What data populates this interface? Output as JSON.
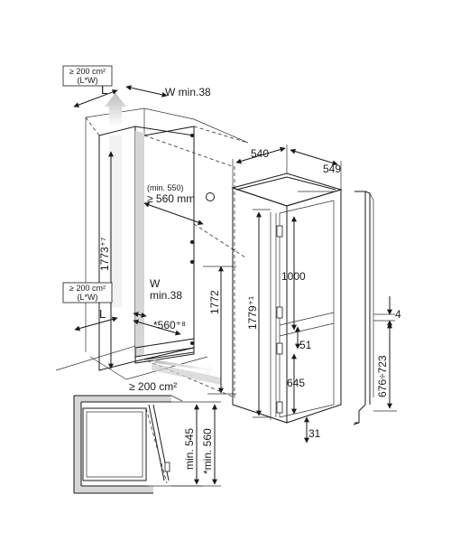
{
  "labels": {
    "vent_top_area": "≥ 200 cm²",
    "vent_top_lw": "(L*W)",
    "niche_L_top": "L",
    "niche_W_top": "W min.38",
    "niche_height": "1773⁺⁷",
    "niche_depth_min": "(min. 550)",
    "niche_depth": "≥ 560 mm",
    "vent_bottom_area": "≥ 200 cm²",
    "vent_bottom_lw": "(L*W)",
    "niche_L_bottom": "L",
    "niche_W_bottom": "W",
    "niche_W_bottom_min": "min.38",
    "niche_width": "*560⁺⁸",
    "vent_floor_area": "≥ 200 cm²",
    "dim_1772": "1772",
    "dim_540": "540",
    "dim_549": "549",
    "dim_1779": "1779⁺¹",
    "dim_1000": "1000",
    "dim_51": "51",
    "dim_645": "645",
    "dim_31": "31",
    "dim_4": "4",
    "dim_676_723": "676÷723",
    "detail_min_545": "min. 545",
    "detail_min_560": "*min. 560"
  },
  "colors": {
    "line": "#1a1a1a",
    "wall_shade": "#d6d6d6",
    "arrow": "#d0d0d0"
  }
}
